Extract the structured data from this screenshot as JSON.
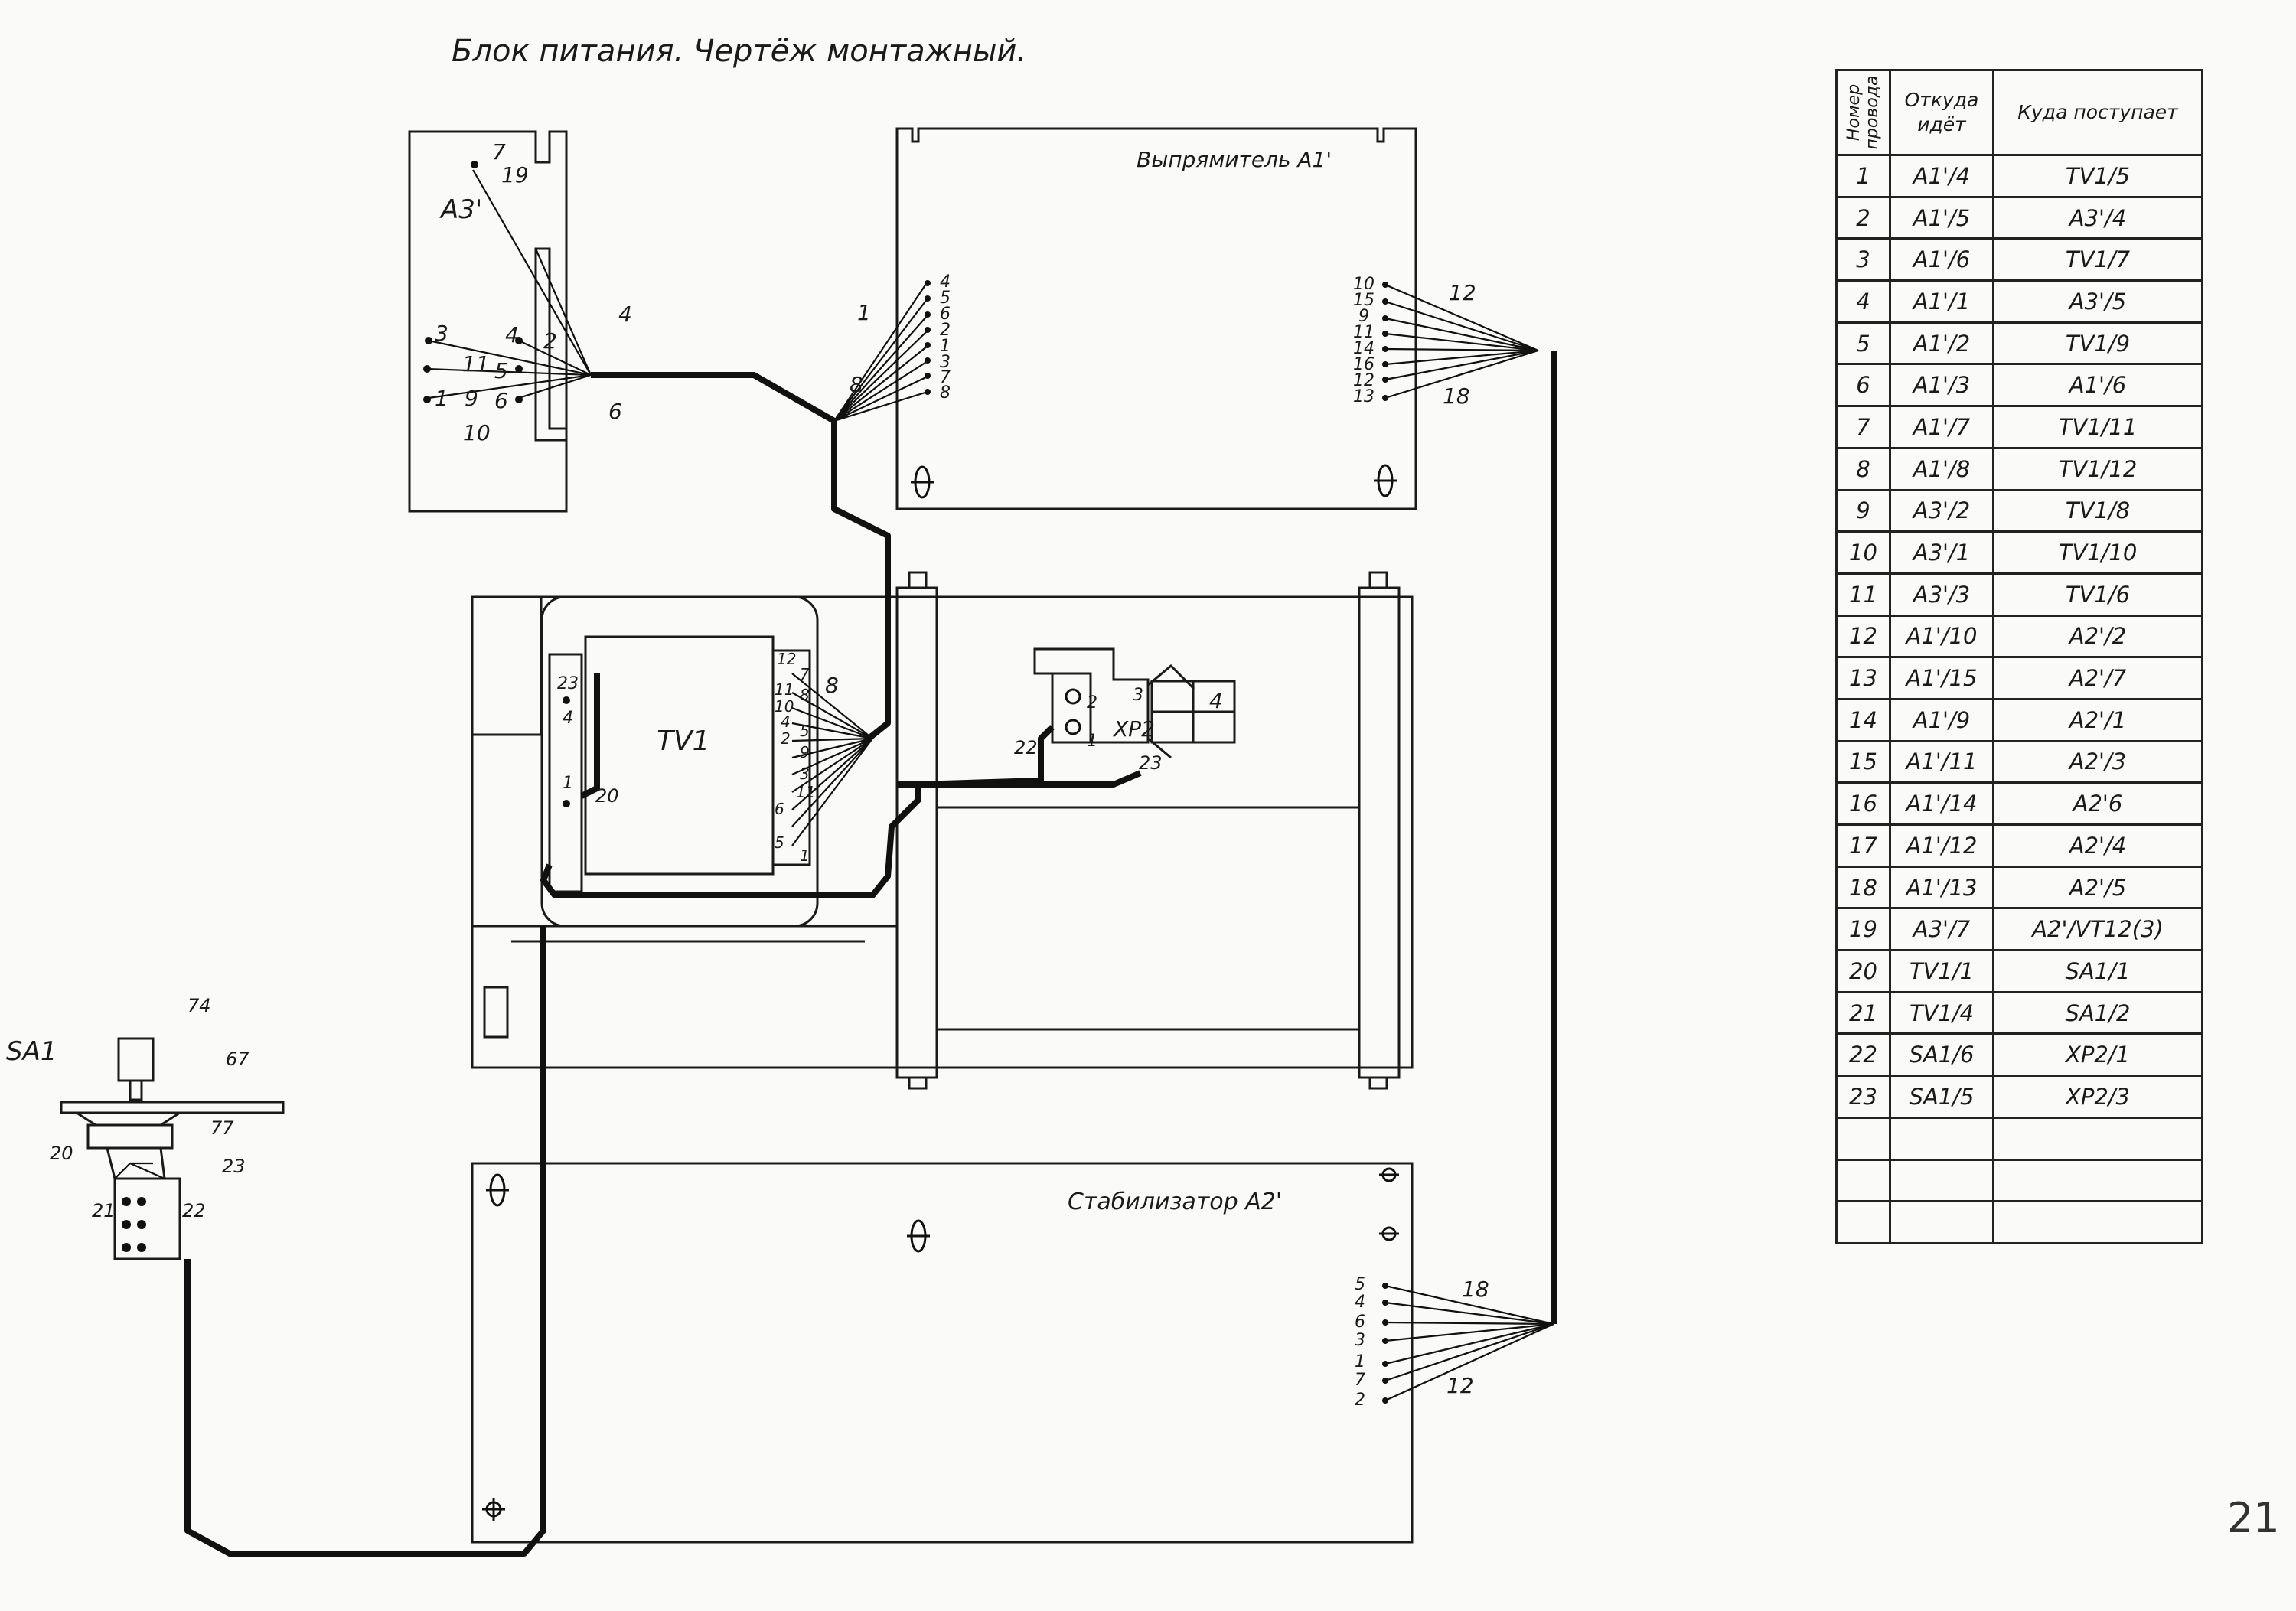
{
  "title": "Блок питания.   Чертёж монтажный.",
  "page_number": "21",
  "blocks": {
    "a3": {
      "label": "A3'",
      "pins": [
        "7",
        "3",
        "4",
        "2",
        "1",
        "5",
        "6"
      ],
      "wires": [
        "19",
        "11",
        "9",
        "10",
        "4",
        "6"
      ]
    },
    "a1": {
      "label": "Выпрямитель A1'",
      "left_pins": [
        "4",
        "5",
        "6",
        "2",
        "1",
        "3",
        "7",
        "8"
      ],
      "left_wires": [
        "1",
        "8"
      ],
      "right_pins": [
        "10",
        "15",
        "9",
        "11",
        "14",
        "16",
        "12",
        "13"
      ],
      "right_wires": [
        "12",
        "18"
      ]
    },
    "tv1": {
      "label": "TV1",
      "left_pins": [
        "23",
        "4",
        "1"
      ],
      "wire": "20",
      "right_pins": [
        "12",
        "7",
        "11",
        "10",
        "4",
        "8",
        "2",
        "5",
        "9",
        "3",
        "11",
        "6",
        "5",
        "1"
      ],
      "bundle_wire": "8"
    },
    "xp2": {
      "label": "XP2",
      "pins": [
        "2",
        "1",
        "3",
        "4"
      ],
      "wires": [
        "22",
        "23"
      ]
    },
    "a2": {
      "label": "Стабилизатор A2'",
      "pins": [
        "5",
        "4",
        "6",
        "3",
        "1",
        "7",
        "2"
      ],
      "wires": [
        "18",
        "12"
      ]
    },
    "sa1": {
      "label": "SA1",
      "callouts": [
        "74",
        "67",
        "77",
        "20",
        "23",
        "21",
        "22"
      ]
    }
  },
  "table": {
    "headers": [
      "Номер провода",
      "Откуда идёт",
      "Куда поступает"
    ],
    "rows": [
      [
        "1",
        "A1'/4",
        "TV1/5"
      ],
      [
        "2",
        "A1'/5",
        "A3'/4"
      ],
      [
        "3",
        "A1'/6",
        "TV1/7"
      ],
      [
        "4",
        "A1'/1",
        "A3'/5"
      ],
      [
        "5",
        "A1'/2",
        "TV1/9"
      ],
      [
        "6",
        "A1'/3",
        "A1'/6"
      ],
      [
        "7",
        "A1'/7",
        "TV1/11"
      ],
      [
        "8",
        "A1'/8",
        "TV1/12"
      ],
      [
        "9",
        "A3'/2",
        "TV1/8"
      ],
      [
        "10",
        "A3'/1",
        "TV1/10"
      ],
      [
        "11",
        "A3'/3",
        "TV1/6"
      ],
      [
        "12",
        "A1'/10",
        "A2'/2"
      ],
      [
        "13",
        "A1'/15",
        "A2'/7"
      ],
      [
        "14",
        "A1'/9",
        "A2'/1"
      ],
      [
        "15",
        "A1'/11",
        "A2'/3"
      ],
      [
        "16",
        "A1'/14",
        "A2'6"
      ],
      [
        "17",
        "A1'/12",
        "A2'/4"
      ],
      [
        "18",
        "A1'/13",
        "A2'/5"
      ],
      [
        "19",
        "A3'/7",
        "A2'/VT12(3)"
      ],
      [
        "20",
        "TV1/1",
        "SA1/1"
      ],
      [
        "21",
        "TV1/4",
        "SA1/2"
      ],
      [
        "22",
        "SA1/6",
        "XP2/1"
      ],
      [
        "23",
        "SA1/5",
        "XP2/3"
      ],
      [
        "",
        "",
        ""
      ],
      [
        "",
        "",
        ""
      ],
      [
        "",
        "",
        ""
      ]
    ]
  }
}
